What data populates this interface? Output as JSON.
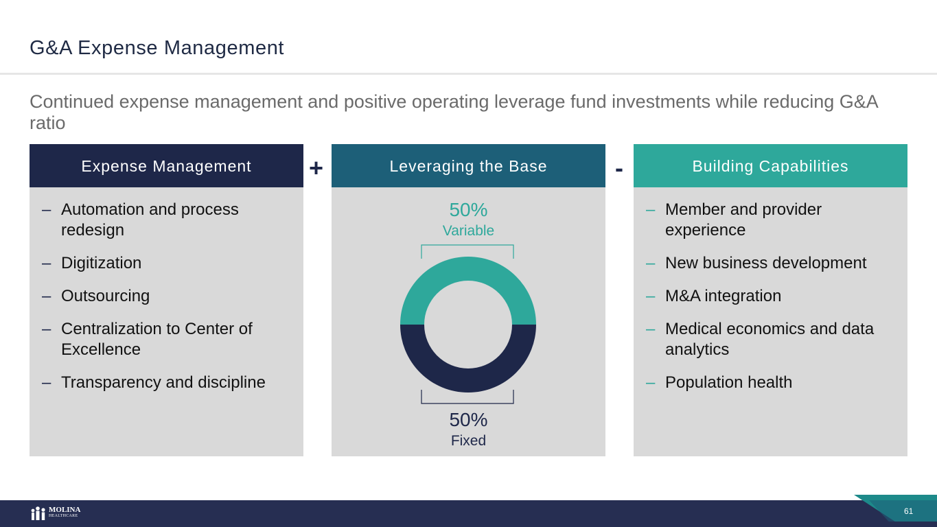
{
  "slide": {
    "title": "G&A Expense Management",
    "subtitle": "Continued expense management and positive operating leverage fund investments while reducing G&A ratio",
    "page_number": "61"
  },
  "operators": {
    "plus": "+",
    "minus": "-"
  },
  "panels": {
    "expense": {
      "header": "Expense Management",
      "items": [
        "Automation and process redesign",
        "Digitization",
        "Outsourcing",
        "Centralization to Center of Excellence",
        "Transparency and discipline"
      ]
    },
    "base": {
      "header": "Leveraging the Base",
      "variable_pct": "50%",
      "variable_label": "Variable",
      "fixed_pct": "50%",
      "fixed_label": "Fixed"
    },
    "capabilities": {
      "header": "Building Capabilities",
      "items": [
        "Member and provider experience",
        "New business development",
        "M&A integration",
        "Medical economics and data analytics",
        "Population health"
      ]
    }
  },
  "bullet_char": "–",
  "donut": {
    "variable_share": 0.5,
    "fixed_share": 0.5,
    "variable_color": "#2ea89b",
    "fixed_color": "#1e2749"
  },
  "colors": {
    "navy": "#1e2749",
    "blue": "#1d5f78",
    "teal": "#2ea89b",
    "panel_bg": "#d9d9d9",
    "footer": "#262e52"
  },
  "logo": {
    "line1": "MOLINA",
    "line2": "HEALTHCARE",
    "icon": "family-people-icon"
  }
}
